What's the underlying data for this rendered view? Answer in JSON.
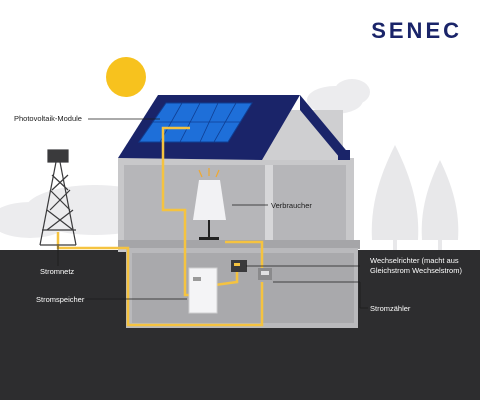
{
  "brand": {
    "logo_text": "SENEC"
  },
  "labels": {
    "pv_modules": "Photovoltaik-Module",
    "consumer": "Verbraucher",
    "grid": "Stromnetz",
    "inverter": "Wechselrichter (macht aus Gleichstrom Wechselstrom)",
    "storage": "Stromspeicher",
    "meter": "Stromzähler"
  },
  "colors": {
    "roof": "#1a2469",
    "solar_panel": "#1e6fd9",
    "sun": "#f7c21e",
    "cable": "#f5c340",
    "ground": "#2d2d2f",
    "house_wall": "#c8c8ca"
  }
}
